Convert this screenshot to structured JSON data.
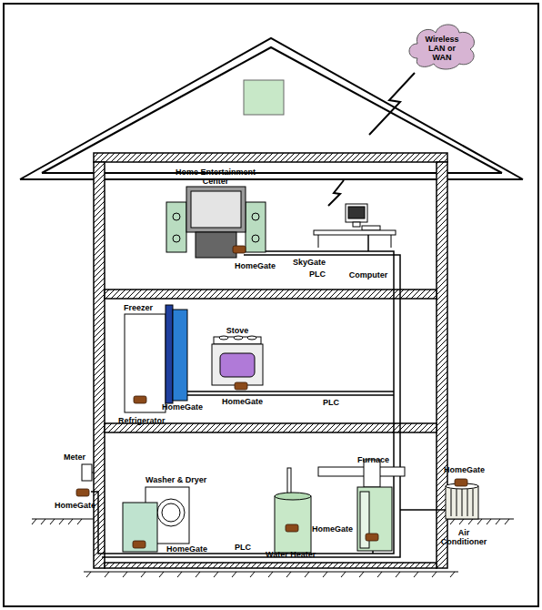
{
  "diagram": {
    "nodes": [
      {
        "text": [
          "Wireless LAN or WAN"
        ]
      },
      {
        "text": [
          "Home Entertainment Center"
        ]
      },
      {
        "text": [
          "Computer"
        ]
      },
      {
        "text": [
          "Freezer",
          "Refrigerator"
        ]
      },
      {
        "text": [
          "Stove"
        ]
      },
      {
        "text": [
          "Meter"
        ]
      },
      {
        "text": [
          "Washer & Dryer"
        ]
      },
      {
        "text": [
          "Water Heater"
        ]
      },
      {
        "text": [
          "Furnace"
        ]
      },
      {
        "text": [
          "Air Conditioner"
        ]
      }
    ],
    "labels": [
      "HomeGate",
      "SkyGate",
      "PLC",
      "HomeGate",
      "HomeGate",
      "PLC",
      "HomeGate",
      "HomeGate",
      "PLC",
      "HomeGate",
      "HomeGate"
    ]
  }
}
